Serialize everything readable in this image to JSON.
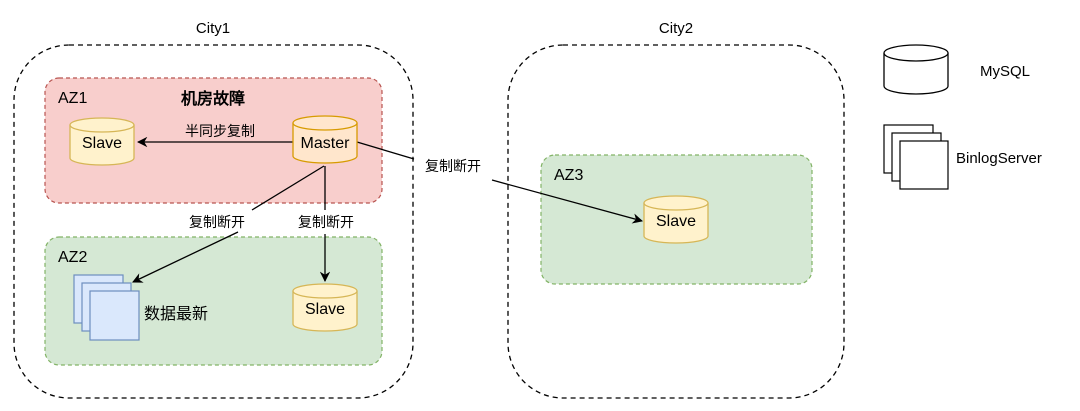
{
  "diagram": {
    "cities": [
      {
        "id": "city1",
        "label": "City1"
      },
      {
        "id": "city2",
        "label": "City2"
      }
    ],
    "zones": [
      {
        "id": "az1",
        "label": "AZ1",
        "status_label": "机房故障",
        "fill": "#f8cecc",
        "stroke": "#b85450"
      },
      {
        "id": "az2",
        "label": "AZ2",
        "fill": "#d5e8d4",
        "stroke": "#82b366"
      },
      {
        "id": "az3",
        "label": "AZ3",
        "fill": "#d5e8d4",
        "stroke": "#82b366"
      }
    ],
    "nodes": {
      "az1_slave": {
        "label": "Slave",
        "type": "MySQL"
      },
      "az1_master": {
        "label": "Master",
        "type": "MySQL"
      },
      "az2_binlog": {
        "label": "数据最新",
        "type": "BinlogServer"
      },
      "az2_slave": {
        "label": "Slave",
        "type": "MySQL"
      },
      "az3_slave": {
        "label": "Slave",
        "type": "MySQL"
      }
    },
    "edges": [
      {
        "from": "az1_master",
        "to": "az1_slave",
        "label": "半同步复制"
      },
      {
        "from": "az1_master",
        "to": "az2_binlog",
        "label": "复制断开"
      },
      {
        "from": "az1_master",
        "to": "az2_slave",
        "label": "复制断开"
      },
      {
        "from": "az1_master",
        "to": "az3_slave",
        "label": "复制断开"
      }
    ],
    "colors": {
      "db_fill": "#fff2cc",
      "db_stroke": "#d6b656",
      "binlog_fill": "#dae8fc",
      "binlog_stroke": "#6c8ebf",
      "city_stroke": "#000000"
    },
    "legend": [
      {
        "icon": "cylinder-icon",
        "label": "MySQL"
      },
      {
        "icon": "stacked-squares-icon",
        "label": "BinlogServer"
      }
    ]
  }
}
